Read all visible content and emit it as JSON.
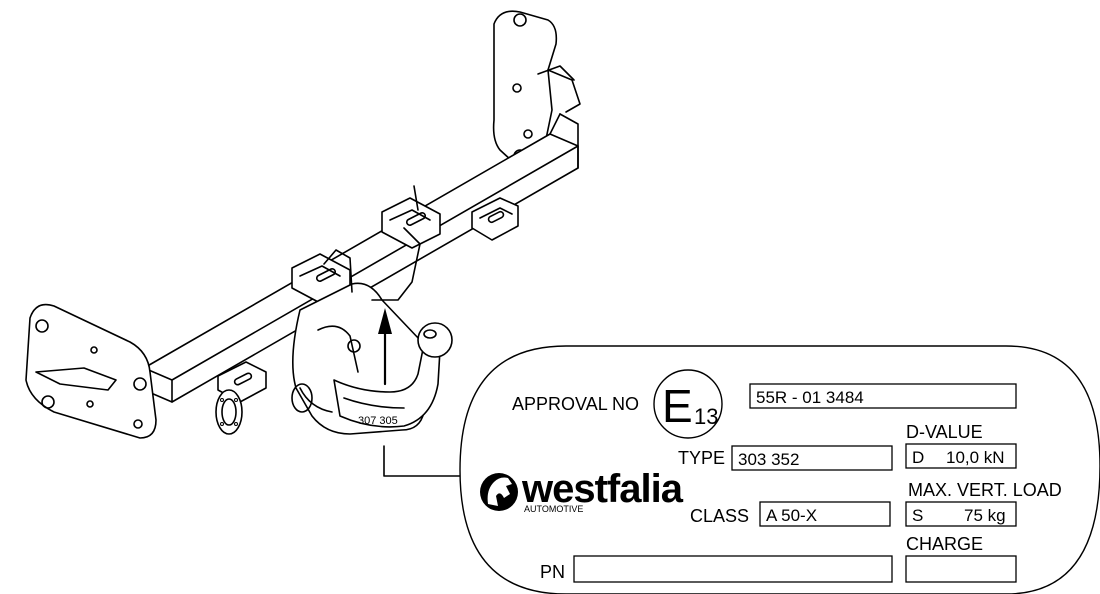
{
  "hitch_part_number": "307 305",
  "plate": {
    "approval_label": "APPROVAL NO",
    "approval_mark": "E",
    "approval_mark_sub": "13",
    "approval_value": "55R - 01 3484",
    "dvalue_label": "D-VALUE",
    "dvalue_prefix": "D",
    "dvalue_value": "10,0 kN",
    "type_label": "TYPE",
    "type_value": "303 352",
    "maxload_label": "MAX. VERT. LOAD",
    "maxload_prefix": "S",
    "maxload_value": "75 kg",
    "class_label": "CLASS",
    "class_value": "A 50-X",
    "charge_label": "CHARGE",
    "charge_value": "",
    "pn_label": "PN",
    "pn_value": ""
  },
  "brand": {
    "name": "westfalia",
    "tagline": "AUTOMOTIVE",
    "logo_icon": "horse-icon"
  },
  "colors": {
    "ink": "#000000",
    "paper": "#ffffff"
  }
}
